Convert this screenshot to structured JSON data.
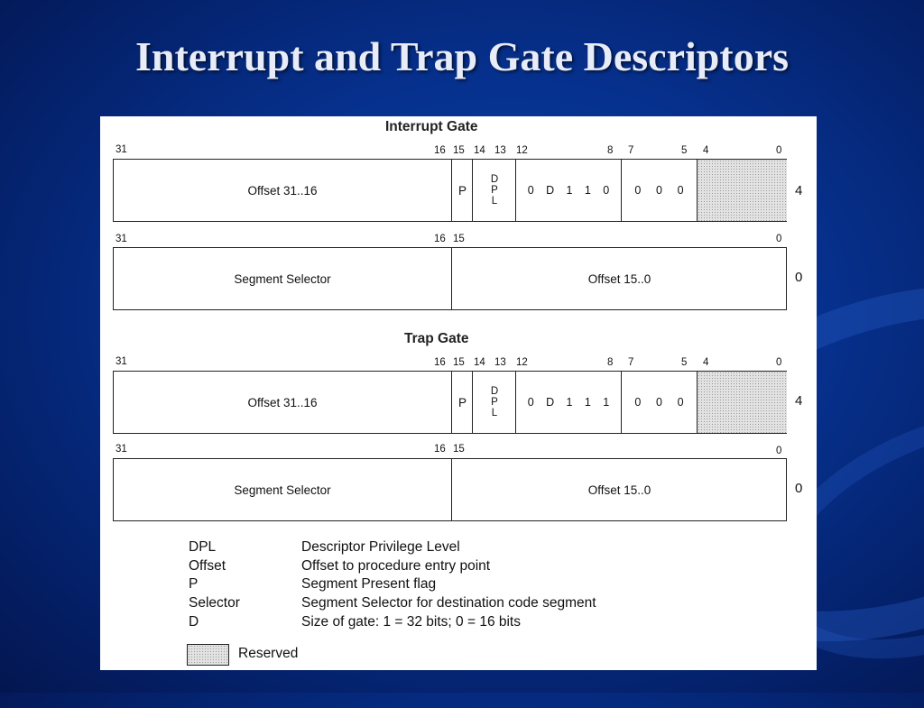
{
  "title": "Interrupt and Trap Gate Descriptors",
  "interrupt_gate": {
    "title": "Interrupt Gate",
    "upper": {
      "bits": [
        "31",
        "16",
        "15",
        "14",
        "13",
        "12",
        "8",
        "7",
        "5",
        "4",
        "0"
      ],
      "offset_label": "Offset 31..16",
      "p": "P",
      "dpl": [
        "D",
        "P",
        "L"
      ],
      "type_bits": [
        "0",
        "D",
        "1",
        "1",
        "0"
      ],
      "zero_bits": [
        "0",
        "0",
        "0"
      ],
      "row_number": "4"
    },
    "lower": {
      "bits": [
        "31",
        "16",
        "15",
        "0"
      ],
      "selector_label": "Segment Selector",
      "offset_label": "Offset 15..0",
      "row_number": "0"
    }
  },
  "trap_gate": {
    "title": "Trap Gate",
    "upper": {
      "bits": [
        "31",
        "16",
        "15",
        "14",
        "13",
        "12",
        "8",
        "7",
        "5",
        "4",
        "0"
      ],
      "offset_label": "Offset 31..16",
      "p": "P",
      "dpl": [
        "D",
        "P",
        "L"
      ],
      "type_bits": [
        "0",
        "D",
        "1",
        "1",
        "1"
      ],
      "zero_bits": [
        "0",
        "0",
        "0"
      ],
      "row_number": "4"
    },
    "lower": {
      "bits": [
        "31",
        "16",
        "15",
        "0"
      ],
      "selector_label": "Segment Selector",
      "offset_label": "Offset 15..0",
      "row_number": "0"
    }
  },
  "legend": [
    {
      "key": "DPL",
      "desc": "Descriptor Privilege Level"
    },
    {
      "key": "Offset",
      "desc": "Offset to procedure entry point"
    },
    {
      "key": "P",
      "desc": "Segment Present flag"
    },
    {
      "key": "Selector",
      "desc": "Segment Selector for destination code segment"
    },
    {
      "key": "D",
      "desc": "Size of gate: 1 = 32 bits; 0 = 16 bits"
    }
  ],
  "reserved_label": "Reserved",
  "colors": {
    "background": "#06308c",
    "title_text": "#e8ecf8",
    "panel": "#ffffff"
  }
}
